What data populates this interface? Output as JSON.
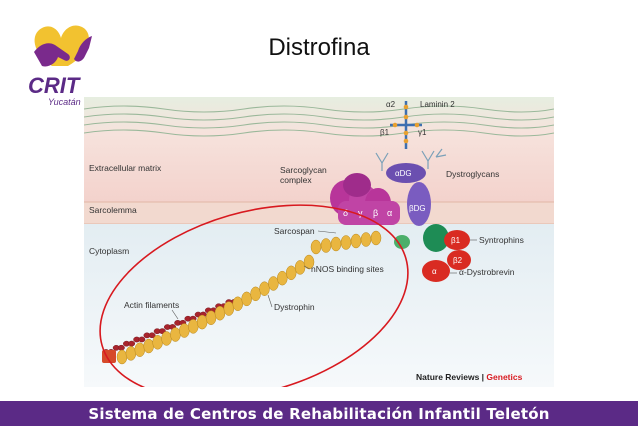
{
  "slide": {
    "title": "Distrofina",
    "logo_text": "CRIT",
    "logo_subtext": "Yucatán",
    "footer": "Sistema de Centros de Rehabilitación Infantil Teletón"
  },
  "figure": {
    "regions": {
      "extracellular": "Extracellular matrix",
      "sarcolemma": "Sarcolemma",
      "cytoplasm": "Cytoplasm"
    },
    "labels": {
      "alpha2": "α2",
      "beta1": "β1",
      "gamma1": "γ1",
      "laminin": "Laminin 2",
      "adg": "αDG",
      "bdg": "βDG",
      "dystroglycans": "Dystroglycans",
      "sarcoglycan": "Sarcoglycan complex",
      "sarcospan": "Sarcospan",
      "syntrophins": "Syntrophins",
      "beta1_syn": "β1",
      "beta2_syn": "β2",
      "alpha_syn": "α",
      "dystrobrevin": "α-Dystrobrevin",
      "nnos": "nNOS binding sites",
      "dystrophin": "Dystrophin",
      "actin": "Actin filaments",
      "delta": "δ",
      "gamma": "γ",
      "beta": "β",
      "alpha": "α"
    },
    "credit_prefix": "Nature Reviews | ",
    "credit_suffix": "Genetics",
    "colors": {
      "sarcoglycan": "#b8359a",
      "dg": "#6b4fb0",
      "syntrophin": "#d92b22",
      "dystrobrevin": "#1e8c55",
      "dystrophin": "#e9b640",
      "actin": "#a8242c",
      "highlight_circle": "#d8191f",
      "footer": "#5b2a86"
    }
  }
}
